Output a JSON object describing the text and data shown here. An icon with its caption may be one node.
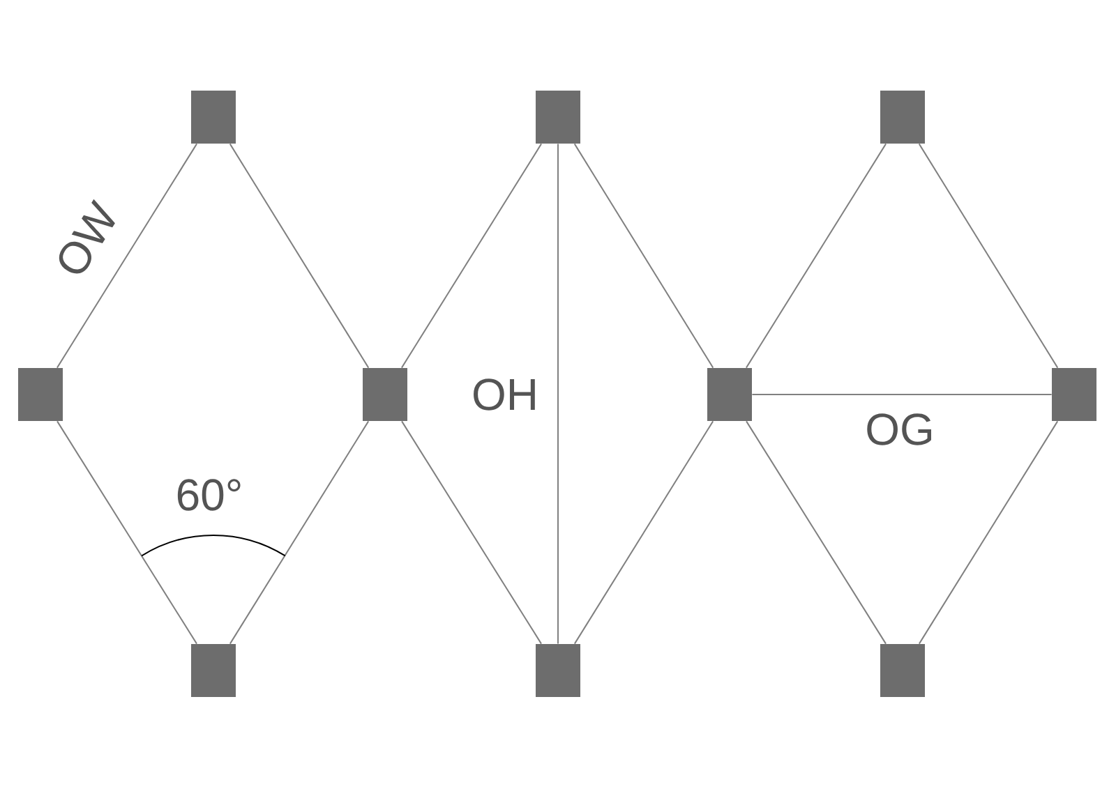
{
  "diagram": {
    "nodes": [
      {
        "text": [],
        "shape": "box"
      },
      {
        "text": [],
        "shape": "box"
      },
      {
        "text": [],
        "shape": "box"
      },
      {
        "text": [],
        "shape": "box"
      },
      {
        "text": [],
        "shape": "box"
      },
      {
        "text": [],
        "shape": "box"
      },
      {
        "text": [],
        "shape": "box"
      },
      {
        "text": [],
        "shape": "box"
      },
      {
        "text": [],
        "shape": "box"
      },
      {
        "text": [],
        "shape": "box"
      }
    ],
    "edges": [
      {
        "from": 3,
        "to": 0,
        "arrow": "none",
        "label": "OW"
      },
      {
        "from": 0,
        "to": 4,
        "arrow": "none"
      },
      {
        "from": 3,
        "to": 7,
        "arrow": "none"
      },
      {
        "from": 7,
        "to": 4,
        "arrow": "none"
      },
      {
        "from": 4,
        "to": 1,
        "arrow": "none"
      },
      {
        "from": 1,
        "to": 5,
        "arrow": "none"
      },
      {
        "from": 4,
        "to": 8,
        "arrow": "none"
      },
      {
        "from": 8,
        "to": 5,
        "arrow": "none"
      },
      {
        "from": 5,
        "to": 2,
        "arrow": "none"
      },
      {
        "from": 2,
        "to": 6,
        "arrow": "none"
      },
      {
        "from": 5,
        "to": 9,
        "arrow": "none"
      },
      {
        "from": 9,
        "to": 6,
        "arrow": "none"
      },
      {
        "from": 1,
        "to": 8,
        "arrow": "none",
        "label": "OH"
      },
      {
        "from": 5,
        "to": 6,
        "arrow": "none",
        "label": "OG"
      }
    ],
    "labels": [
      "60°"
    ]
  }
}
